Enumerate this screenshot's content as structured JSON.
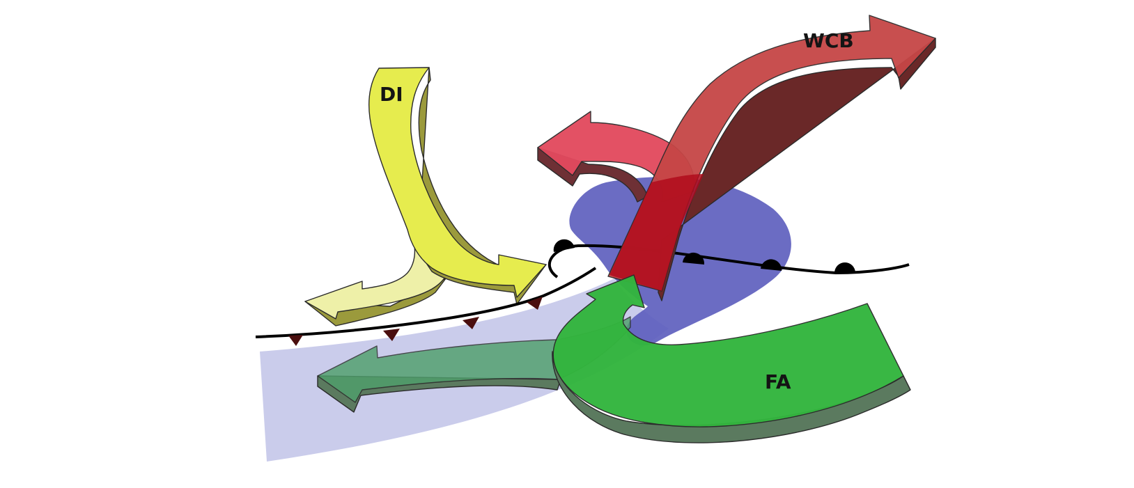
{
  "labels": {
    "dry_intrusion": "DI",
    "warm_conveyor_belt": "WCB",
    "feeder_airstream": "FA"
  },
  "colors": {
    "background": "#ffffff",
    "front_line": "#000000",
    "cold_front_barbs": "#4a0e0e",
    "warm_front_bumps": "#000000",
    "cyclone_core": "#5e5fbe",
    "wedge_lavender": "#a9acdf",
    "dry_intrusion_face": "#e6ec4e",
    "dry_intrusion_pale": "#eef0a8",
    "dry_intrusion_side": "#9b9a3c",
    "wcb_face": "#c64646",
    "wcb_side": "#6a2828",
    "wcb_crimson": "#b00c1c",
    "small_arrow_face": "#e24a5e",
    "small_arrow_side": "#6e3035",
    "feeder_face": "#33b53e",
    "feeder_side": "#5b7a5f",
    "feeder_translucent": "#4f9f6c"
  },
  "icons": {
    "cold_front": "cold-front-symbol",
    "warm_front": "warm-front-symbol"
  }
}
